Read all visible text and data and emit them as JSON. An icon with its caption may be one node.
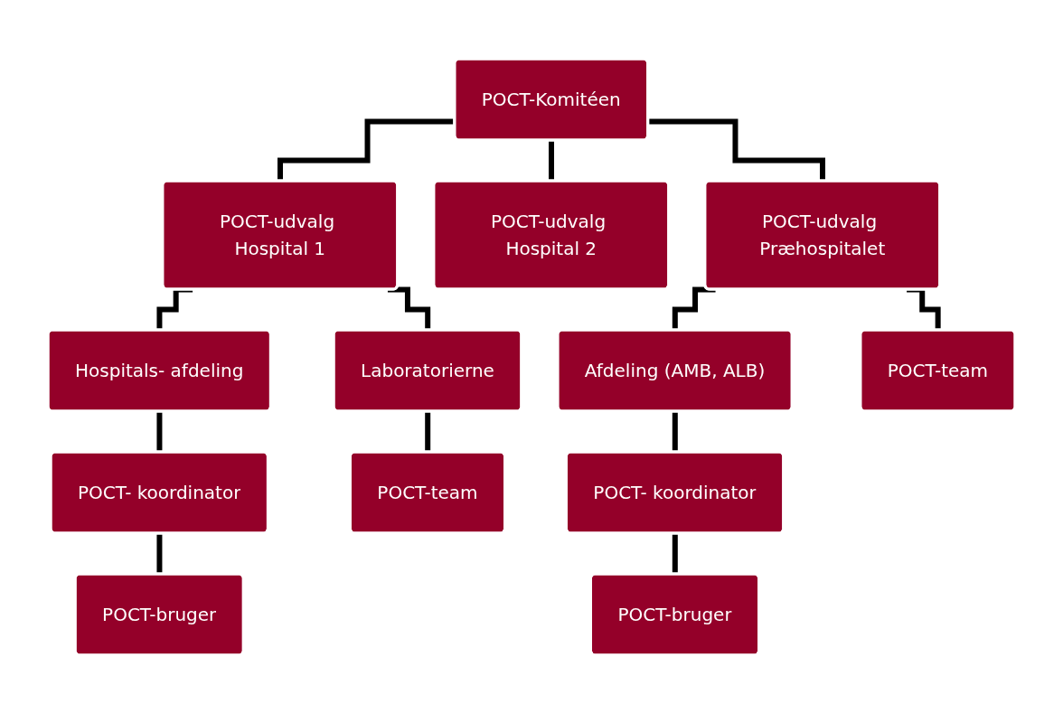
{
  "diagram": {
    "nodes": [
      {
        "text": [
          "POCT-Komitéen"
        ]
      },
      {
        "text": [
          "POCT-udvalg Hospital 1"
        ]
      },
      {
        "text": [
          "POCT-udvalg Hospital 2"
        ]
      },
      {
        "text": [
          "POCT-udvalg Præhospitalet"
        ]
      },
      {
        "text": [
          "Hospitals- afdeling"
        ]
      },
      {
        "text": [
          "Laboratorierne"
        ]
      },
      {
        "text": [
          "Afdeling (AMB, ALB)"
        ]
      },
      {
        "text": [
          "POCT-team"
        ]
      },
      {
        "text": [
          "POCT- koordinator"
        ]
      },
      {
        "text": [
          "POCT-team"
        ]
      },
      {
        "text": [
          "POCT- koordinator"
        ]
      },
      {
        "text": [
          "POCT-bruger"
        ]
      },
      {
        "text": [
          "POCT-bruger"
        ]
      }
    ],
    "edges": [
      {
        "from": 0,
        "to": 1,
        "arrow": "none"
      },
      {
        "from": 0,
        "to": 2,
        "arrow": "none"
      },
      {
        "from": 0,
        "to": 3,
        "arrow": "none"
      },
      {
        "from": 1,
        "to": 4,
        "arrow": "none"
      },
      {
        "from": 1,
        "to": 5,
        "arrow": "none"
      },
      {
        "from": 3,
        "to": 6,
        "arrow": "none"
      },
      {
        "from": 3,
        "to": 7,
        "arrow": "none"
      },
      {
        "from": 4,
        "to": 8,
        "arrow": "none"
      },
      {
        "from": 5,
        "to": 9,
        "arrow": "none"
      },
      {
        "from": 6,
        "to": 10,
        "arrow": "none"
      },
      {
        "from": 8,
        "to": 11,
        "arrow": "none"
      },
      {
        "from": 10,
        "to": 12,
        "arrow": "none"
      }
    ]
  }
}
